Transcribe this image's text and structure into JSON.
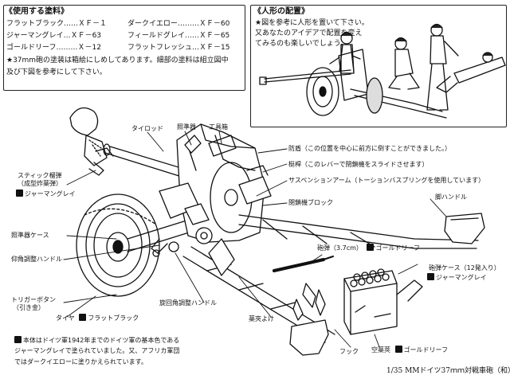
{
  "paint_section": {
    "title": "《使用する塗料》",
    "paints_left": [
      {
        "name": "フラットブラック",
        "code": "ＸＦ－１"
      },
      {
        "name": "ジャーマングレイ",
        "code": "ＸＦ－63"
      },
      {
        "name": "ゴールドリーフ",
        "code": "Ｘ－12"
      }
    ],
    "paints_right": [
      {
        "name": "ダークイエロー",
        "code": "ＸＦ－60"
      },
      {
        "name": "フィールドグレイ",
        "code": "ＸＦ－65"
      },
      {
        "name": "フラットフレッシュ",
        "code": "ＸＦ－15"
      }
    ],
    "note_line1": "★37mm砲の塗装は箱絵にしめしてあります。細部の塗料は組立図中",
    "note_line2": "及び下図を参考にして下さい。"
  },
  "figure_section": {
    "title": "《人形の配置》",
    "line1": "★図を参考に人形を置いて下さい。",
    "line2": "又あなたのアイデアで配置を変え",
    "line3": "てみるのも楽しいでしょう。"
  },
  "labels": {
    "tie_rod": "タイロッド",
    "sight": "照準器",
    "tool_box": "工具箱",
    "shield": "防盾（この位置を中心に前方に倒すことができました。）",
    "lever": "梃桿（このレバーで閉鎖機をスライドさせます）",
    "suspension": "サスペンションアーム（トーションバスプリングを使用しています）",
    "breech": "閉鎖機ブロック",
    "spade_handle": "脚ハンドル",
    "stick_bomb": "スティック榴弾",
    "stick_bomb_sub": "（成型炸薬弾）",
    "stick_bomb_color": "ジャーマングレイ",
    "sight_case": "照準器ケース",
    "elevation_handle": "仰角調整ハンドル",
    "trigger": "トリガーボタン",
    "trigger_sub": "（引き金）",
    "tire": "タイヤ",
    "tire_color": "フラットブラック",
    "traverse_handle": "旋回角調整ハンドル",
    "cartridge_guard": "薬夾よけ",
    "shell": "砲弾（3.7cm）",
    "shell_color": "ゴールドリーフ",
    "ammo_case": "砲弾ケース（12発入り）",
    "ammo_case_color": "ジャーマングレイ",
    "hook": "フック",
    "empty_case": "空薬莢",
    "empty_case_color": "ゴールドリーフ"
  },
  "bottom_note": {
    "line1": "本体はドイツ軍1942年までのドイツ軍の基本色である",
    "line2": "ジャーマングレイで塗られていました。又、アフリカ軍団",
    "line3": "ではダークイエローに塗りかえられています。"
  },
  "footer": {
    "caption": "1/35 MMドイツ37ｍｍ対戦車砲（和）"
  }
}
